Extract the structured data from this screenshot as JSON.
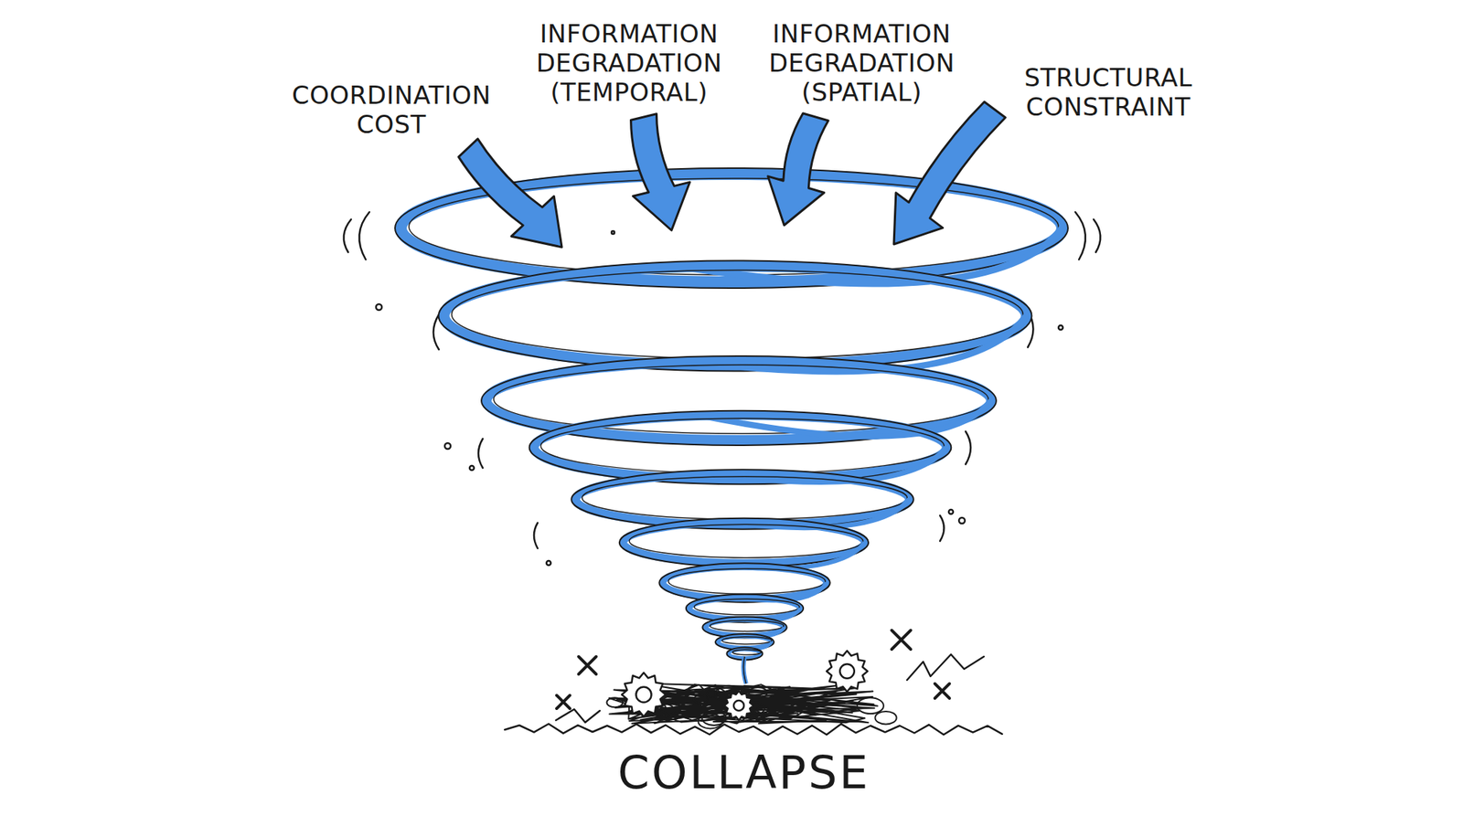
{
  "diagram": {
    "labels": [
      "COORDINATION COST",
      "INFORMATION DEGRADATION (TEMPORAL)",
      "INFORMATION DEGRADATION (SPATIAL)",
      "STRUCTURAL CONSTRAINT",
      "COLLAPSE"
    ]
  }
}
